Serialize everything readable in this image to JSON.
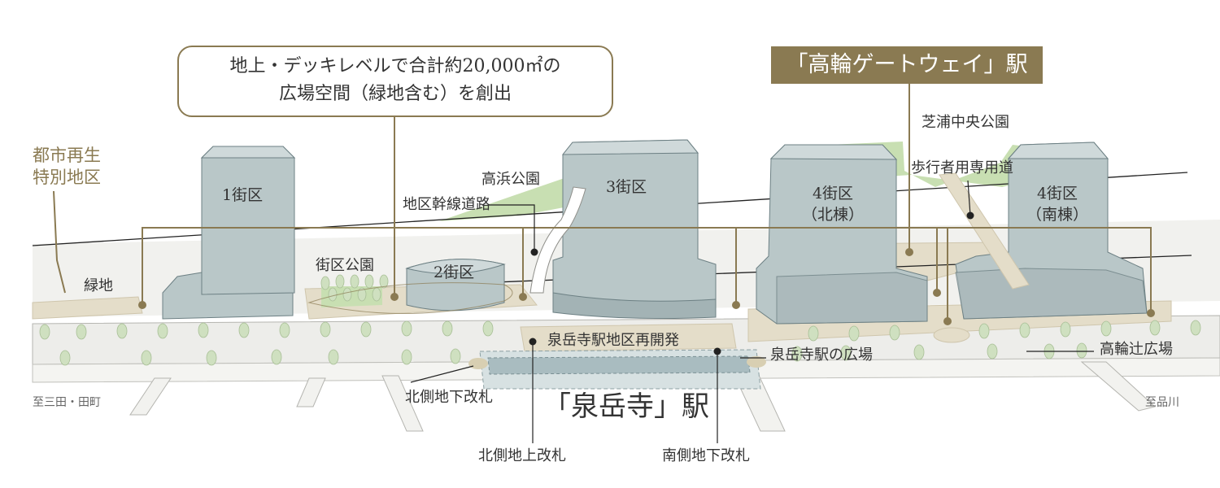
{
  "callout": {
    "line1": "地上・デッキレベルで合計約20,000㎡の",
    "line2": "広場空間（緑地含む）を創出"
  },
  "stations": {
    "takanawa_gateway": "「高輪ゲートウェイ」駅",
    "sengakuji": "「泉岳寺」駅"
  },
  "district": {
    "line1": "都市再生",
    "line2": "特別地区"
  },
  "blocks": {
    "b1": {
      "label": "1街区"
    },
    "b2": {
      "label": "2街区"
    },
    "b3": {
      "label": "3街区"
    },
    "b4n": {
      "label": "4街区",
      "sub": "（北棟）"
    },
    "b4s": {
      "label": "4街区",
      "sub": "（南棟）"
    }
  },
  "labels": {
    "ryokuchi": "緑地",
    "gaiku_park": "街区公園",
    "takahama_park": "高浜公園",
    "trunk_road": "地区幹線道路",
    "shibaura_park": "芝浦中央公園",
    "pedestrian_road": "歩行者用専用道",
    "redevelopment": "泉岳寺駅地区再開発",
    "station_plaza": "泉岳寺駅の広場",
    "takanawa_plaza": "高輪辻広場",
    "north_underground_gate": "北側地下改札",
    "north_ground_gate": "北側地上改札",
    "south_underground_gate": "南側地下改札",
    "to_mita": "至三田・田町",
    "to_shinagawa": "至品川"
  },
  "colors": {
    "accent": "#8a7a52",
    "building": "#b9c7c8",
    "plaza": "#e4ddc9",
    "green": "#c8dfb2",
    "road": "#f0f0ed"
  }
}
